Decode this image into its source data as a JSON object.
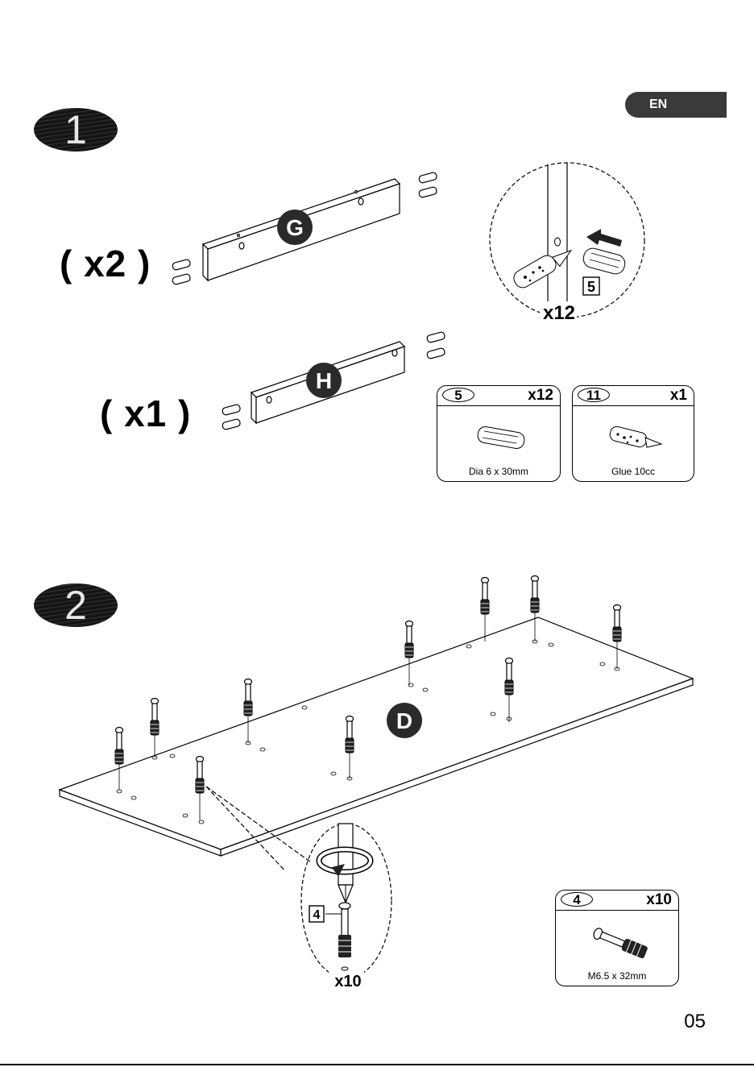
{
  "language_tab": "EN",
  "page_number": "05",
  "step1": {
    "badge": "1",
    "rail_g": {
      "label": "G",
      "quantity": "( x2 )"
    },
    "rail_h": {
      "label": "H",
      "quantity": "( x1 )"
    },
    "detail": {
      "part_ref": "5",
      "count": "x12"
    },
    "parts": [
      {
        "number": "5",
        "count": "x12",
        "description": "Dia 6 x 30mm"
      },
      {
        "number": "11",
        "count": "x1",
        "description": "Glue 10cc"
      }
    ]
  },
  "step2": {
    "badge": "2",
    "panel_label": "D",
    "detail": {
      "part_ref": "4",
      "count": "x10"
    },
    "parts": [
      {
        "number": "4",
        "count": "x10",
        "description": "M6.5 x 32mm"
      }
    ]
  }
}
